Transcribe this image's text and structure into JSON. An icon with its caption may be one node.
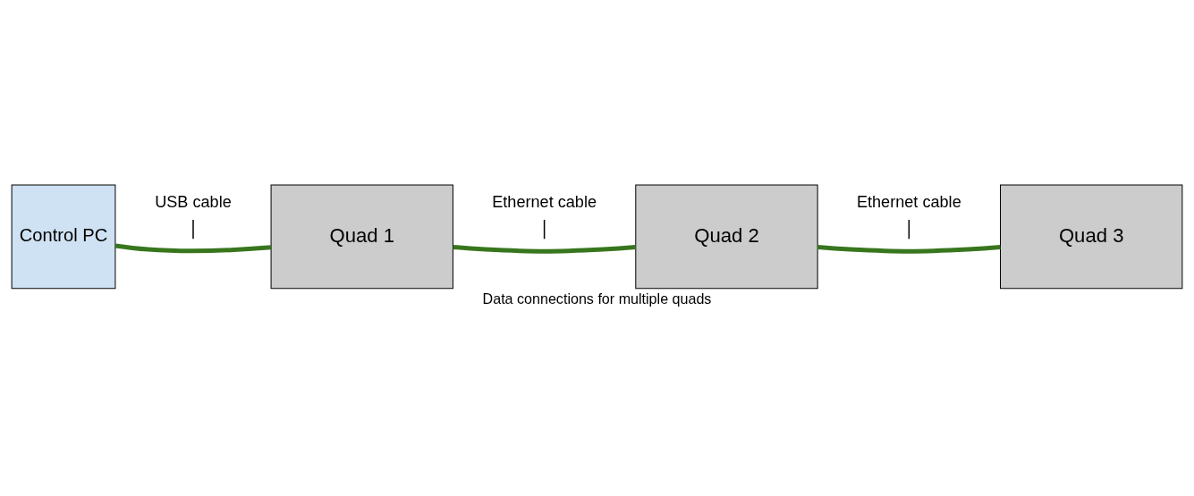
{
  "diagram": {
    "caption": "Data connections for multiple quads",
    "nodes": [
      {
        "text": [
          "USB cable"
        ]
      },
      {
        "text": [
          "Ethernet cable"
        ]
      },
      {
        "text": [
          "Ethernet cable"
        ]
      },
      {
        "text": [
          "Control PC"
        ]
      },
      {
        "text": [
          "Quad 1"
        ]
      },
      {
        "text": [
          "Quad 2"
        ]
      },
      {
        "text": [
          "Quad 3"
        ]
      }
    ],
    "edges": [
      {
        "from": 3,
        "to": 4,
        "arrow": "none",
        "style": "thick",
        "color": "#38761d"
      },
      {
        "from": 4,
        "to": 5,
        "arrow": "none",
        "style": "thick",
        "color": "#38761d"
      },
      {
        "from": 5,
        "to": 6,
        "arrow": "none",
        "style": "thick",
        "color": "#38761d"
      },
      {
        "from": 0,
        "to": null,
        "arrow": "none",
        "color": "#000000"
      },
      {
        "from": 1,
        "to": null,
        "arrow": "none",
        "color": "#000000"
      },
      {
        "from": 2,
        "to": null,
        "arrow": "none",
        "color": "#000000"
      }
    ]
  }
}
